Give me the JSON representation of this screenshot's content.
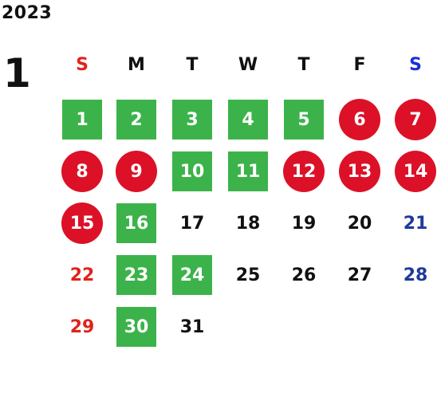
{
  "year": "2023",
  "month": "1",
  "weekdays": [
    {
      "label": "S",
      "kind": "sun"
    },
    {
      "label": "M",
      "kind": "plain"
    },
    {
      "label": "T",
      "kind": "plain"
    },
    {
      "label": "W",
      "kind": "plain"
    },
    {
      "label": "T",
      "kind": "plain"
    },
    {
      "label": "F",
      "kind": "plain"
    },
    {
      "label": "S",
      "kind": "sat"
    }
  ],
  "days": [
    {
      "n": "1",
      "style": "green"
    },
    {
      "n": "2",
      "style": "green"
    },
    {
      "n": "3",
      "style": "green"
    },
    {
      "n": "4",
      "style": "green"
    },
    {
      "n": "5",
      "style": "green"
    },
    {
      "n": "6",
      "style": "red"
    },
    {
      "n": "7",
      "style": "red"
    },
    {
      "n": "8",
      "style": "red"
    },
    {
      "n": "9",
      "style": "red"
    },
    {
      "n": "10",
      "style": "green"
    },
    {
      "n": "11",
      "style": "green"
    },
    {
      "n": "12",
      "style": "red"
    },
    {
      "n": "13",
      "style": "red"
    },
    {
      "n": "14",
      "style": "red"
    },
    {
      "n": "15",
      "style": "red"
    },
    {
      "n": "16",
      "style": "green"
    },
    {
      "n": "17",
      "style": "plain"
    },
    {
      "n": "18",
      "style": "plain"
    },
    {
      "n": "19",
      "style": "plain"
    },
    {
      "n": "20",
      "style": "plain"
    },
    {
      "n": "21",
      "style": "sat"
    },
    {
      "n": "22",
      "style": "sun"
    },
    {
      "n": "23",
      "style": "green"
    },
    {
      "n": "24",
      "style": "green"
    },
    {
      "n": "25",
      "style": "plain"
    },
    {
      "n": "26",
      "style": "plain"
    },
    {
      "n": "27",
      "style": "plain"
    },
    {
      "n": "28",
      "style": "sat"
    },
    {
      "n": "29",
      "style": "sun"
    },
    {
      "n": "30",
      "style": "green"
    },
    {
      "n": "31",
      "style": "plain"
    }
  ],
  "colors": {
    "open_day": "#3cb34a",
    "closed_day": "#dc1127",
    "sunday_text": "#e0231a",
    "saturday_text": "#1f3a9a"
  }
}
